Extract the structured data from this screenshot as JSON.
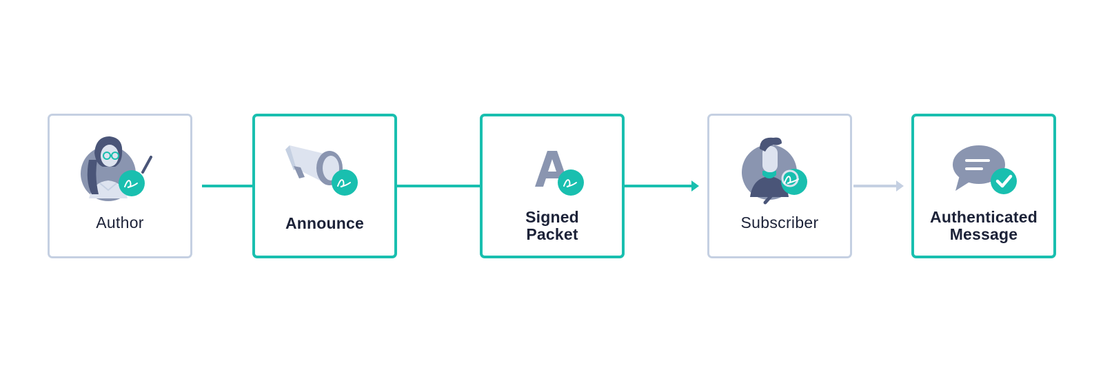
{
  "diagram": {
    "nodes": [
      {
        "id": "author",
        "label_lines": [
          "Author"
        ],
        "style": "muted",
        "weight": "regular",
        "icon": "author-signing-icon"
      },
      {
        "id": "announce",
        "label_lines": [
          "Announce"
        ],
        "style": "accent",
        "weight": "bold",
        "icon": "megaphone-signature-icon"
      },
      {
        "id": "signed-packet",
        "label_lines": [
          "Signed",
          "Packet"
        ],
        "style": "accent",
        "weight": "bold",
        "icon": "letter-a-signature-icon"
      },
      {
        "id": "subscriber",
        "label_lines": [
          "Subscriber"
        ],
        "style": "muted",
        "weight": "regular",
        "icon": "subscriber-inspect-icon"
      },
      {
        "id": "authenticated-message",
        "label_lines": [
          "Authenticated",
          "Message"
        ],
        "style": "accent",
        "weight": "bold",
        "icon": "speech-bubble-check-icon"
      }
    ],
    "edges": [
      {
        "from": "author",
        "to": "announce",
        "arrow": false,
        "color": "#19bfaf"
      },
      {
        "from": "announce",
        "to": "signed-packet",
        "arrow": false,
        "color": "#19bfaf"
      },
      {
        "from": "signed-packet",
        "to": "subscriber",
        "arrow": true,
        "color": "#19bfaf"
      },
      {
        "from": "subscriber",
        "to": "authenticated-message",
        "arrow": true,
        "color": "#c5d0e2"
      }
    ]
  },
  "colors": {
    "accent": "#19bfaf",
    "muted_border": "#c5d0e2",
    "text": "#1c2238",
    "icon_slate": "#8a95b0",
    "icon_dark": "#4a5578",
    "icon_light": "#dde3ef"
  }
}
